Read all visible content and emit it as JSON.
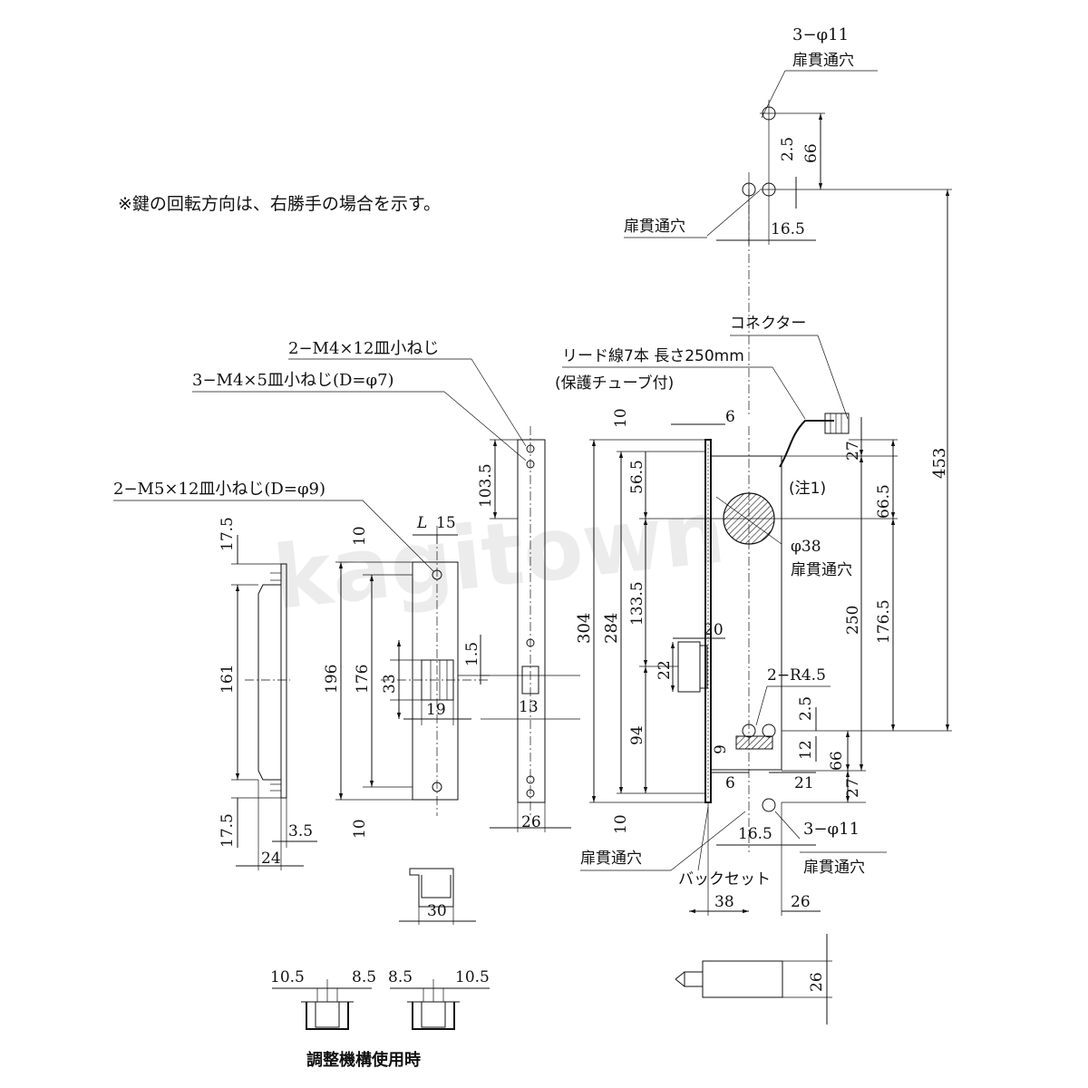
{
  "note": "※鍵の回転方向は、右勝手の場合を示す。",
  "watermark": "kagitown",
  "caption_bottom": "調整機構使用時",
  "labels": {
    "hole_3_phi11_top": "3−φ11",
    "door_through_hole": "扉貫通穴",
    "connector": "コネクター",
    "lead_wire": "リード線7本 長さ250mm",
    "protect_tube": "(保護チューブ付)",
    "screw_m4x12": "2−M4×12皿小ねじ",
    "screw_m4x5": "3−M4×5皿小ねじ(D=φ7)",
    "screw_m5x12": "2−M5×12皿小ねじ(D=φ9)",
    "note1": "(注1)",
    "phi38": "φ38",
    "r45": "2−R4.5",
    "hole_3_phi11_bottom": "3−φ11",
    "backset": "バックセット"
  },
  "dims": {
    "d66_top": "66",
    "d2_5_top": "2.5",
    "d16_5_top": "16.5",
    "d453": "453",
    "d10_top": "10",
    "d6_top": "6",
    "d27_top": "27",
    "d66_5": "66.5",
    "d56_5": "56.5",
    "d103_5": "103.5",
    "d304": "304",
    "d284": "284",
    "d133_5": "133.5",
    "d250": "250",
    "d176_5": "176.5",
    "d20": "20",
    "d22": "22",
    "d2_5_mid": "2.5",
    "d12": "12",
    "d66_r": "66",
    "d9": "9",
    "d94": "94",
    "d6_bot": "6",
    "d21": "21",
    "d27_bot": "27",
    "d10_bot": "10",
    "d16_5_bot": "16.5",
    "d38": "38",
    "d26_right": "26",
    "d26_side": "26",
    "d26_tail": "26",
    "d17_5_top": "17.5",
    "d161": "161",
    "d17_5_bot": "17.5",
    "d3_5": "3.5",
    "d24": "24",
    "d10_mid": "10",
    "dL": "L",
    "d15": "15",
    "d196": "196",
    "d176": "176",
    "d33": "33",
    "d1_5": "1.5",
    "d19": "19",
    "d13": "13",
    "d10_mid_bot": "10",
    "d30": "30",
    "d10_5_a": "10.5",
    "d8_5_a": "8.5",
    "d8_5_b": "8.5",
    "d10_5_b": "10.5"
  }
}
